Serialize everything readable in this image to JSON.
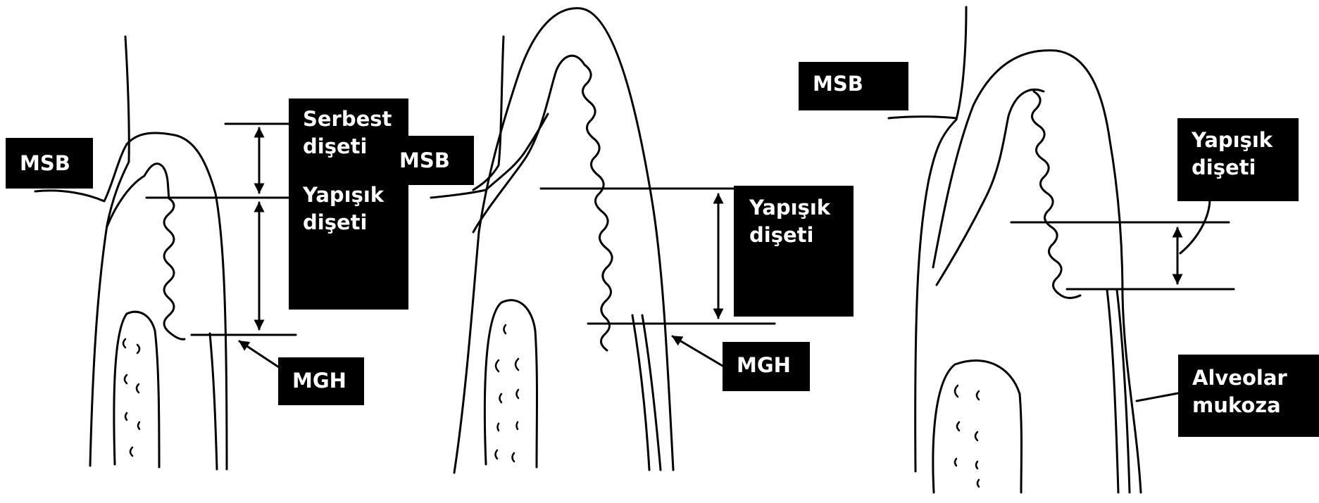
{
  "colors": {
    "ink": "#000000",
    "label_bg": "#000000",
    "label_text": "#ffffff",
    "background": "#ffffff"
  },
  "panels": [
    {
      "msb": "MSB",
      "free_gingiva": [
        "Serbest",
        "dişeti"
      ],
      "attached_gingiva": [
        "Yapışık",
        "dişeti"
      ],
      "mgh": "MGH"
    },
    {
      "msb": "MSB",
      "attached_gingiva": [
        "Yapışık",
        "dişeti"
      ],
      "mgh": "MGH"
    },
    {
      "msb": "MSB",
      "attached_gingiva": [
        "Yapışık",
        "dişeti"
      ],
      "alveolar_mucosa": [
        "Alveolar",
        "mukoza"
      ]
    }
  ]
}
